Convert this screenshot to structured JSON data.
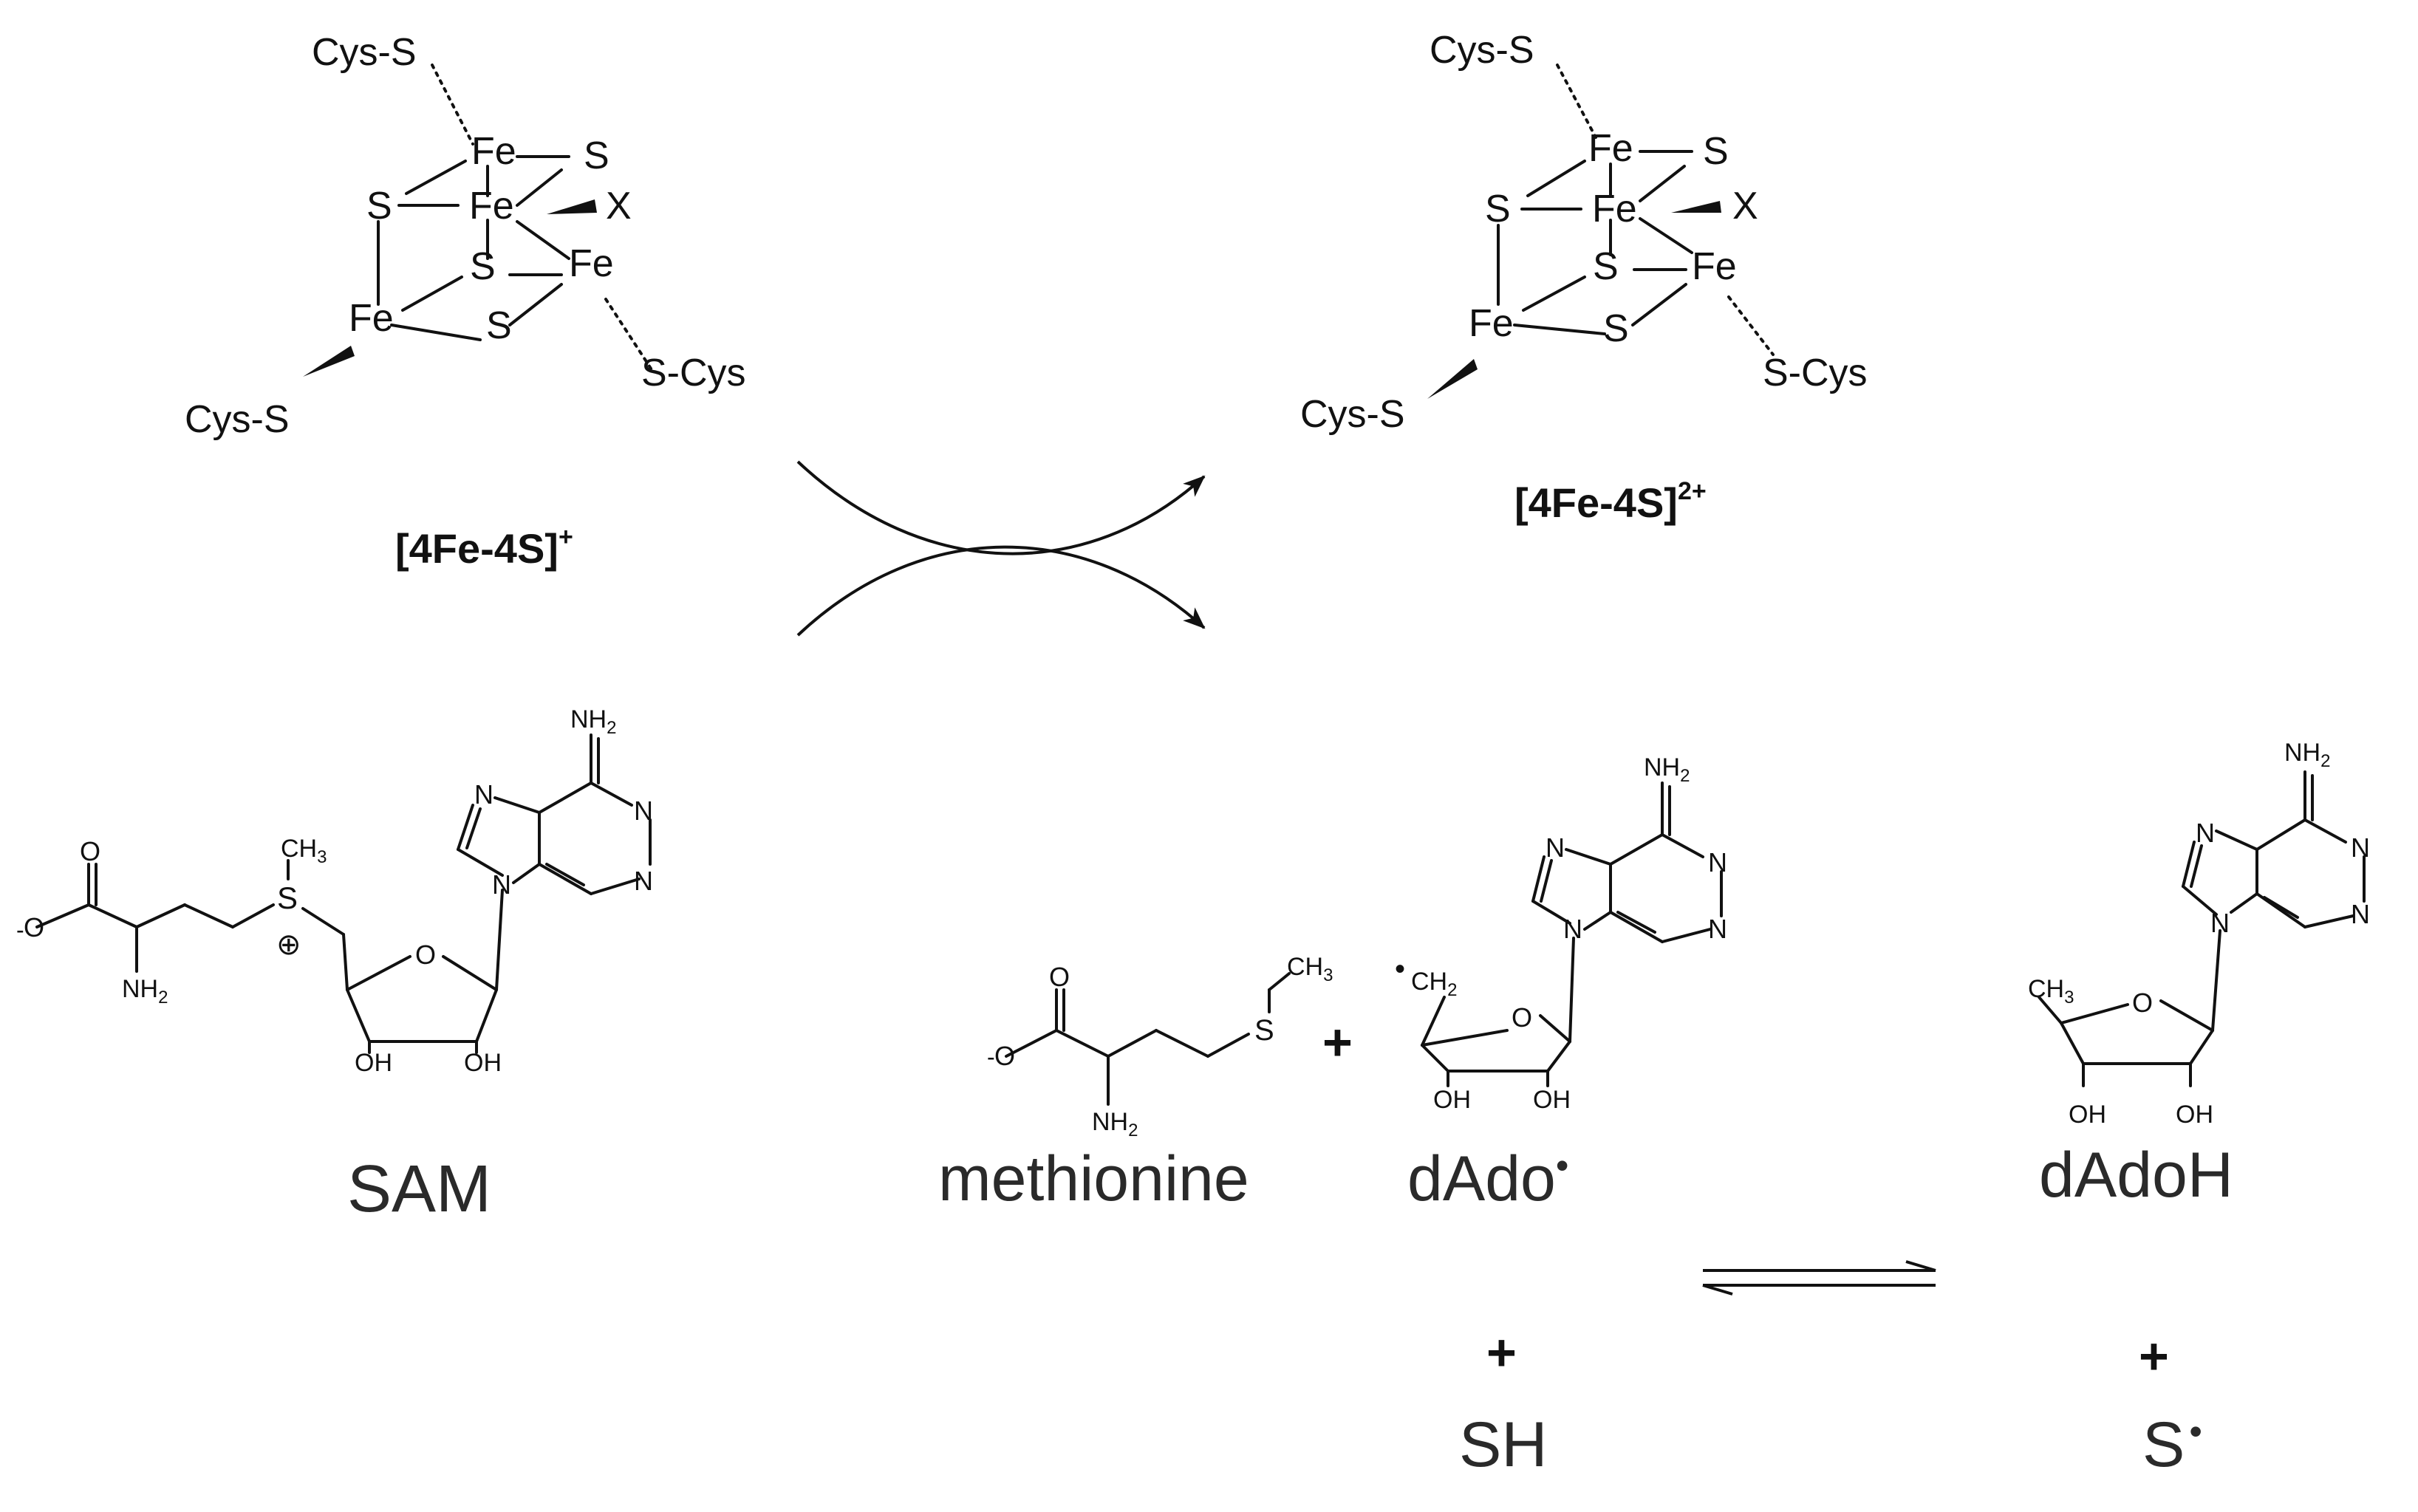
{
  "cluster_reduced": {
    "label": "[4Fe-4S]",
    "charge": "+",
    "atoms": {
      "fe": "Fe",
      "s": "S",
      "x": "X",
      "ligand_left": "Cys-S",
      "ligand_right": "S-Cys"
    }
  },
  "cluster_oxidized": {
    "label": "[4Fe-4S]",
    "charge": "2+",
    "atoms": {
      "fe": "Fe",
      "s": "S",
      "x": "X",
      "ligand_left": "Cys-S",
      "ligand_right": "S-Cys"
    }
  },
  "atoms": {
    "nh2": "NH",
    "nh2_sub": "2",
    "n": "N",
    "o": "O",
    "oh": "OH",
    "s": "S",
    "ch3": "CH",
    "ch3_sub": "3",
    "ch2": "CH",
    "ch2_sub": "2",
    "minus": "-",
    "s_plus": "⊕",
    "radical_dot": "•"
  },
  "molecules": {
    "sam": "SAM",
    "methionine": "methionine",
    "dado": "dAdo",
    "dado_dot": "•",
    "dadoh": "dAdoH"
  },
  "products": {
    "plus": "+",
    "sh": "SH",
    "s_radical": "S",
    "s_radical_dot": "•"
  }
}
